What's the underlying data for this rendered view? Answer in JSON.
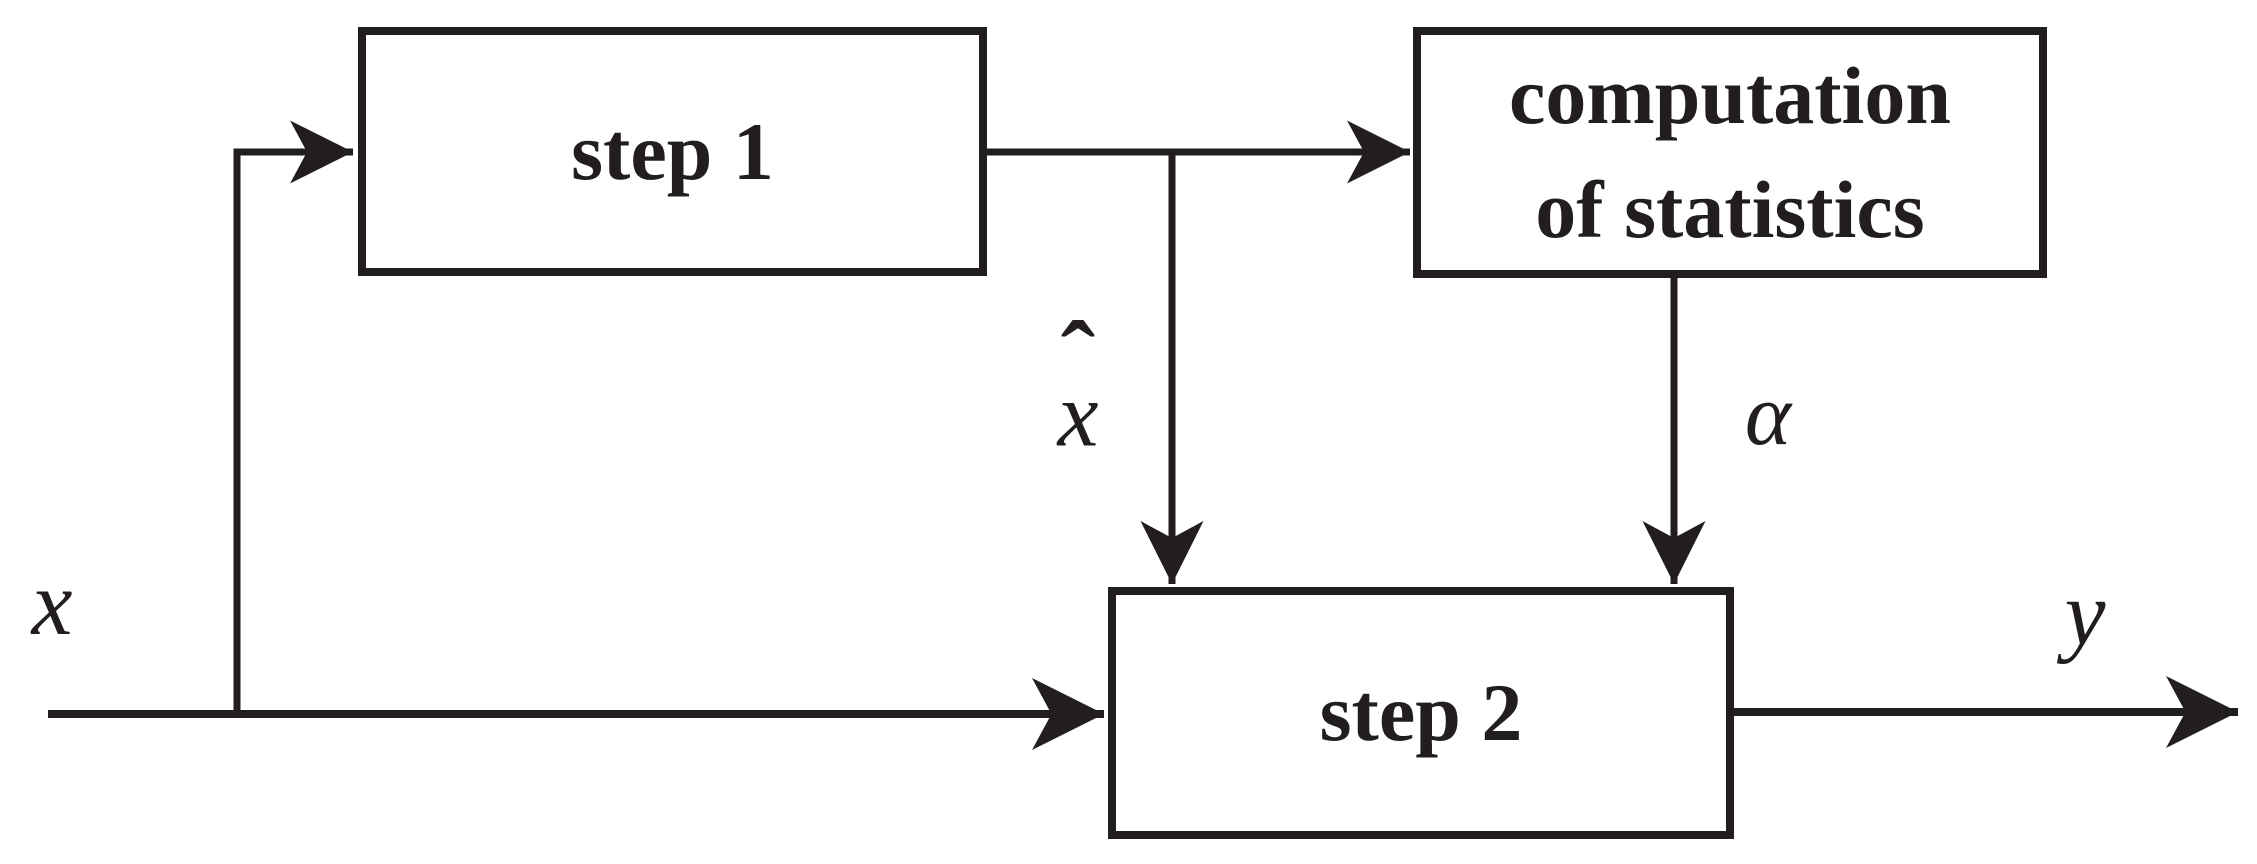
{
  "diagram": {
    "boxes": {
      "step1": {
        "label": "step 1"
      },
      "stats": {
        "line1": "computation",
        "line2": "of statistics"
      },
      "step2": {
        "label": "step 2"
      }
    },
    "signals": {
      "input": "x",
      "intermediate_accent": "ˆ",
      "intermediate_base": "x",
      "statistic": "α",
      "output": "y"
    },
    "colors": {
      "ink": "#221e1f",
      "background": "#ffffff"
    }
  }
}
